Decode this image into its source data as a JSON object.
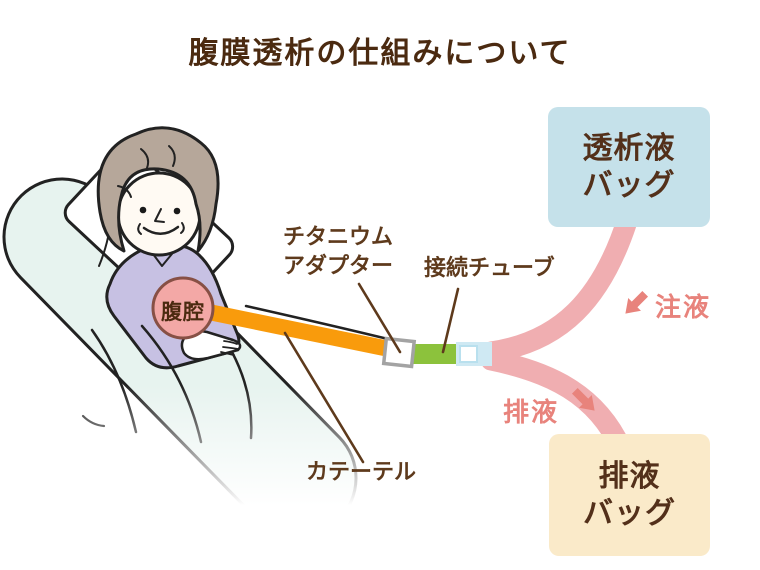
{
  "title": "腹膜透析の仕組みについて",
  "bags": {
    "dialysate": {
      "line1": "透析液",
      "line2": "バッグ"
    },
    "drainage": {
      "line1": "排液",
      "line2": "バッグ"
    }
  },
  "labels": {
    "titanium_adapter_line1": "チタニウム",
    "titanium_adapter_line2": "アダプター",
    "connection_tube": "接続チューブ",
    "catheter": "カテーテル",
    "abdominal_cavity": "腹腔"
  },
  "flow": {
    "infusion": "注液",
    "drainage": "排液"
  },
  "colors": {
    "title-brown": "#4b2a10",
    "label-brown": "#5e3a1c",
    "bag-text": "#53301a",
    "bag-blue": "#c5e1ea",
    "bag-cream": "#faeac9",
    "salmon": "#e8837c",
    "pink-tube": "#f0aeb1",
    "orange-catheter": "#f99b0c",
    "green-tube": "#8cc23c",
    "connector-blue": "#cfe9f3",
    "cavity-pink": "#f3a8a6",
    "cavity-border": "#875045",
    "bed-mint": "#e7f3ef",
    "cardigan-lavender": "#c7c1e3",
    "hair-gray": "#b6a79a",
    "outline-black": "#222222",
    "adapter-gray": "#a3a3a3"
  }
}
